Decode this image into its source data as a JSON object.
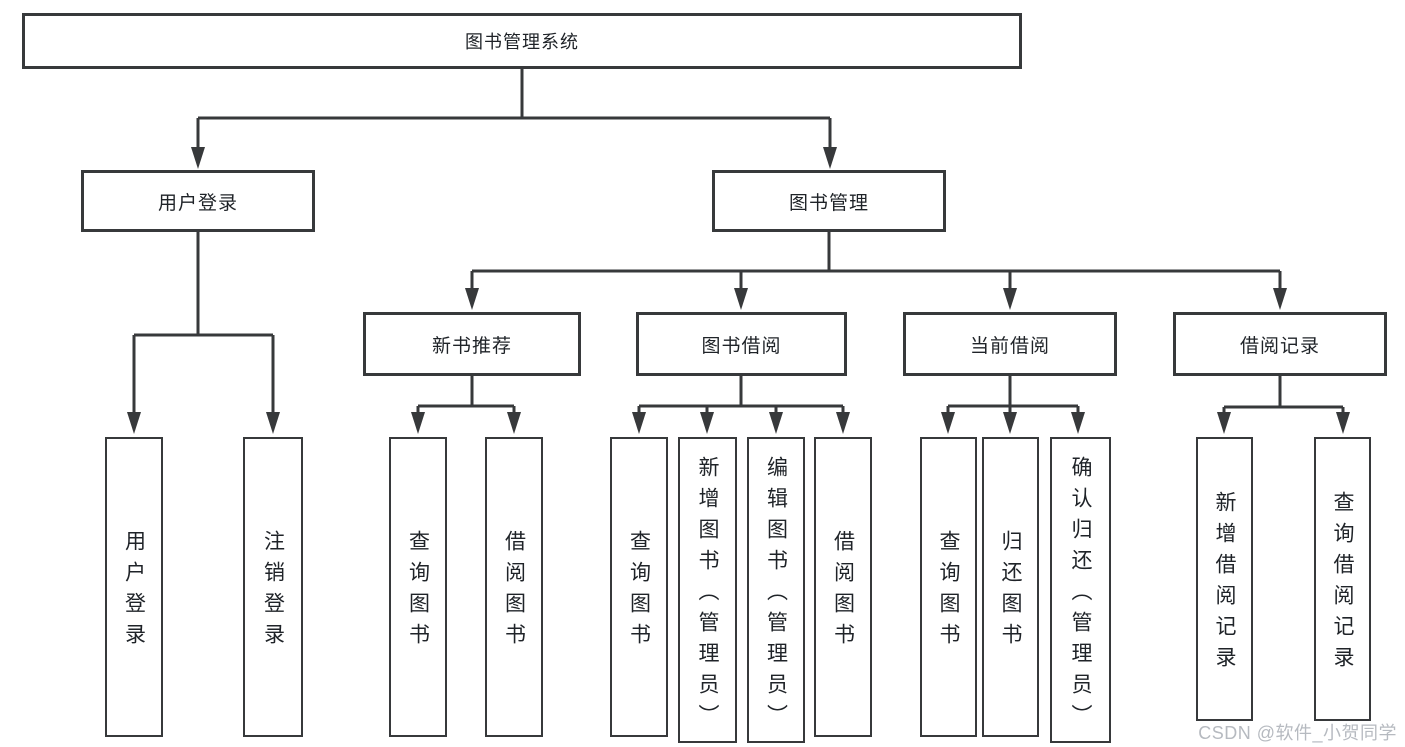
{
  "tree": {
    "root": {
      "label": "图书管理系统"
    },
    "branches": [
      {
        "label": "用户登录",
        "leaves": [
          "用户登录",
          "注销登录"
        ]
      },
      {
        "label": "图书管理",
        "groups": [
          {
            "label": "新书推荐",
            "leaves": [
              "查询图书",
              "借阅图书"
            ]
          },
          {
            "label": "图书借阅",
            "leaves": [
              "查询图书",
              "新增图书（管理员）",
              "编辑图书（管理员）",
              "借阅图书"
            ]
          },
          {
            "label": "当前借阅",
            "leaves": [
              "查询图书",
              "归还图书",
              "确认归还（管理员）"
            ]
          },
          {
            "label": "借阅记录",
            "leaves": [
              "新增借阅记录",
              "查询借阅记录"
            ]
          }
        ]
      }
    ]
  },
  "watermark": {
    "text": "CSDN @软件_小贺同学"
  },
  "colors": {
    "line": "#37393b",
    "text": "#1f2328",
    "node_background": "#ffffff",
    "watermark": "#b6bac0",
    "background": "#ffffff"
  }
}
